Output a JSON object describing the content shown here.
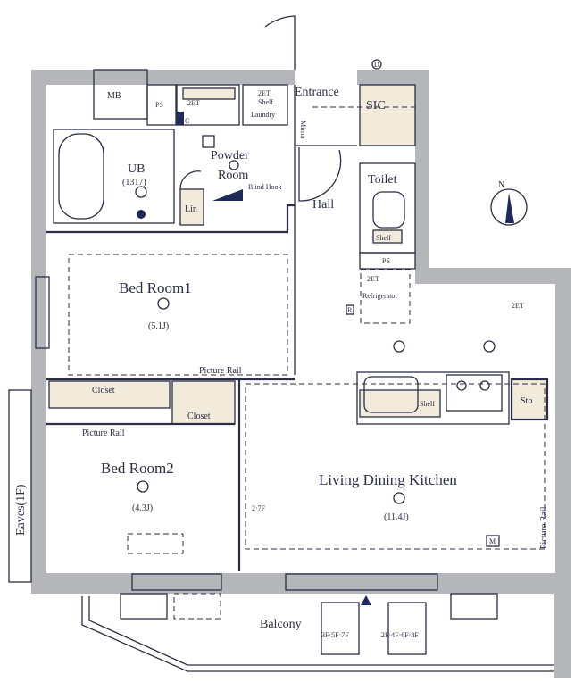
{
  "rooms": {
    "mb": "MB",
    "ps_top": "PS",
    "ub": "UB",
    "ub_size": "(1317)",
    "powder_1": "Powder",
    "powder_2": "Room",
    "blind_hook": "Blind Hook",
    "lin": "Lin",
    "laundry": "Laundry",
    "shelf_laundry": "Shelf",
    "et_bath": "2ET",
    "et_laundry": "2ET",
    "c_label": "C",
    "entrance": "Entrance",
    "sic": "SIC",
    "mirror": "Mirror",
    "hall": "Hall",
    "toilet": "Toilet",
    "shelf_toilet": "Shelf",
    "ps_mid": "PS",
    "bed1": "Bed Room1",
    "bed1_size": "(5.1J)",
    "picture_rail_1": "Picture Rail",
    "closet_1": "Closet",
    "closet_2": "Closet",
    "picture_rail_2": "Picture Rail",
    "bed2": "Bed Room2",
    "bed2_size": "(4.3J)",
    "refrigerator": "Refrigerator",
    "et_fridge": "2ET",
    "et_ldk": "2ET",
    "r_label": "R",
    "sto": "Sto",
    "shelf_kitchen": "Shelf",
    "ldk": "Living Dining Kitchen",
    "ldk_size": "(11.4J)",
    "picture_rail_3": "Picture Rail",
    "floors_note": "2·7F",
    "eaves": "Eaves(1F)",
    "balcony": "Balcony",
    "unit_a": "3F·5F·7F",
    "unit_b": "2F·4F·6F·8F",
    "m_label": "M",
    "d_label": "D",
    "north": "N"
  },
  "colors": {
    "wall": "#b4b6ba",
    "line": "#2b2e45",
    "fixture_fill": "#f2ebdc",
    "accent": "#1f2a5a"
  }
}
